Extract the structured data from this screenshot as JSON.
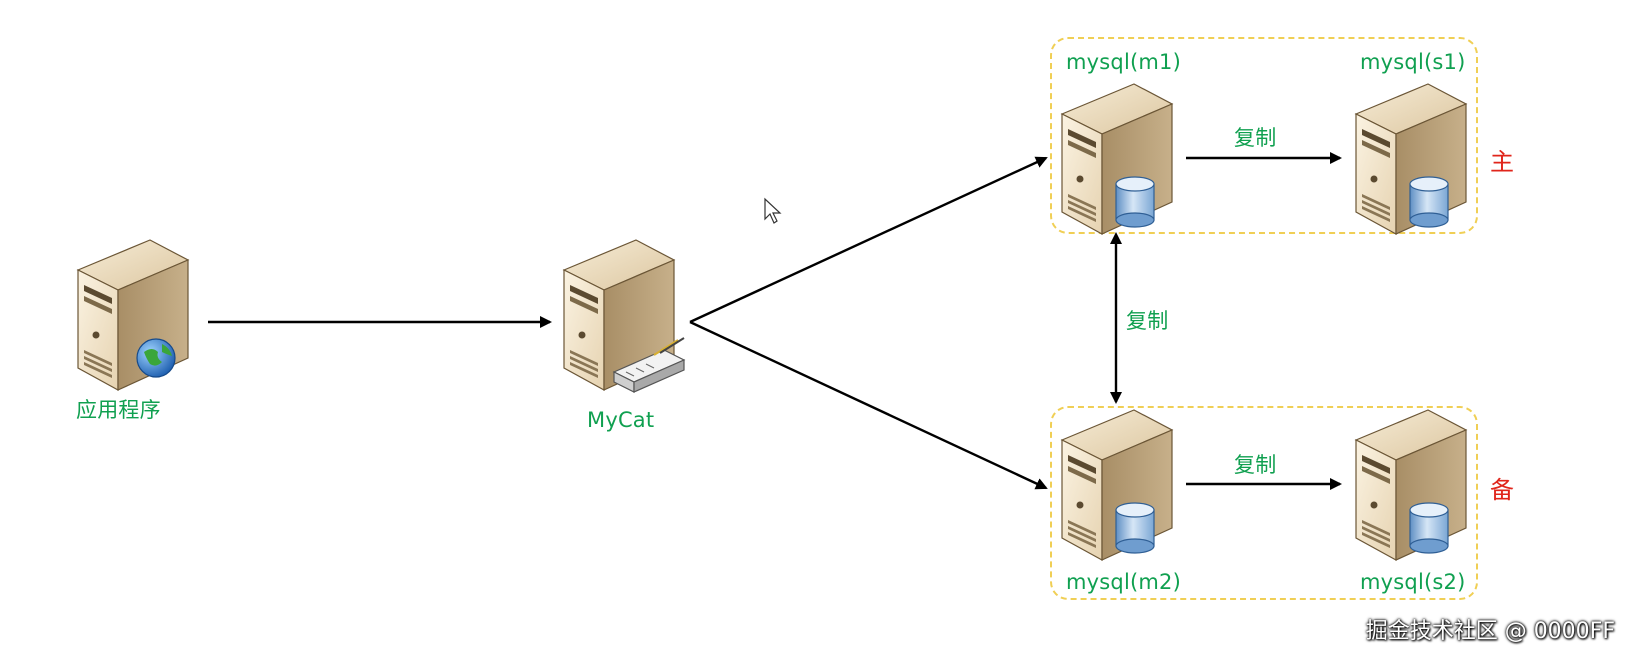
{
  "nodes": {
    "app": {
      "label": "应用程序"
    },
    "mycat": {
      "label": "MyCat"
    },
    "m1": {
      "label": "mysql(m1)"
    },
    "s1": {
      "label": "mysql(s1)"
    },
    "m2": {
      "label": "mysql(m2)"
    },
    "s2": {
      "label": "mysql(s2)"
    }
  },
  "edges": {
    "m1_s1": {
      "label": "复制"
    },
    "m1_m2": {
      "label": "复制"
    },
    "m2_s2": {
      "label": "复制"
    }
  },
  "groups": {
    "primary": {
      "tag": "主"
    },
    "standby": {
      "tag": "备"
    }
  },
  "watermark": "掘金技术社区 @ 0000FF",
  "colors": {
    "label": "#10a050",
    "tag": "#e0251b",
    "group_border": "#f0cf55",
    "arrow": "#000000"
  }
}
